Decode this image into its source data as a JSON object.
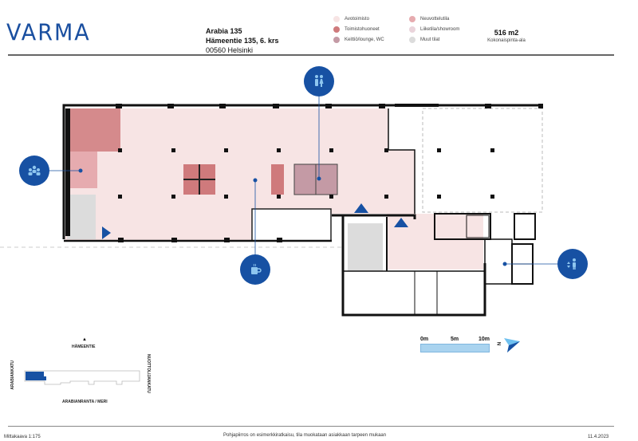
{
  "header": {
    "logo": "VARMA",
    "property_name": "Arabia 135",
    "street_address": "Hämeentie 135, 6. krs",
    "postal_address": "00560 Helsinki"
  },
  "legend": {
    "items": [
      {
        "label": "Avotoimisto",
        "color": "#f7e4e4"
      },
      {
        "label": "Toimistohuoneet",
        "color": "#cf7a7c"
      },
      {
        "label": "Keittiö/lounge, WC",
        "color": "#c49aa5"
      },
      {
        "label": "Neuvottelutila",
        "color": "#e6abaf"
      },
      {
        "label": "Liiketila/showroom",
        "color": "#ead4db"
      },
      {
        "label": "Muut tilat",
        "color": "#dcdcdc"
      }
    ]
  },
  "area": {
    "value": "516 m2",
    "label": "Kokonaispinta-ala"
  },
  "floorplan": {
    "markers": [
      {
        "type": "wc",
        "icon": "wc-icon"
      },
      {
        "type": "meeting",
        "icon": "group-icon"
      },
      {
        "type": "kitchen",
        "icon": "coffee-cup-icon"
      },
      {
        "type": "elevator",
        "icon": "elevator-person-icon"
      }
    ],
    "entrances": 3
  },
  "keymap": {
    "north_street": "HÄMEENTIE",
    "south_street": "ARABIANRANTA / MERI",
    "west_street": "ARABIANKATU",
    "east_street": "NUOTTOLIJANKATU"
  },
  "scale_bar": {
    "labels": [
      "0m",
      "5m",
      "10m"
    ],
    "north_label": "N"
  },
  "footer": {
    "scale": "Mittakaava 1:175",
    "disclaimer": "Pohjapiirros on esimerkkiratkaisu, tila muokataan asiakkaan tarpeen mukaan",
    "date": "11.4.2023"
  },
  "colors": {
    "brand_blue": "#1751a3",
    "open_office": "#f7e4e4",
    "office_rooms": "#cf7a7c",
    "kitchen_wc": "#c49aa5",
    "meeting": "#e6abaf",
    "other": "#dcdcdc"
  }
}
